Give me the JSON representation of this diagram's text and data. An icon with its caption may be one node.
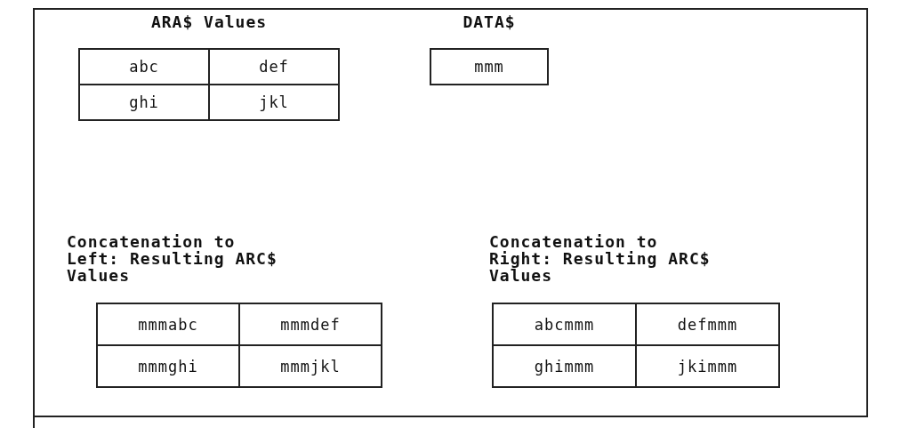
{
  "diagram": {
    "labels": [
      "ARA$ Values",
      "abc",
      "def",
      "ghi",
      "jkl",
      "DATA$",
      "mmm",
      "Concatenation to Left: Resulting ARC$ Values",
      "mmmabc",
      "mmmdef",
      "mmmghi",
      "mmmjkl",
      "Concatenation to Right: Resulting ARC$ Values",
      "abcmmm",
      "defmmm",
      "ghimmm",
      "jkimmm"
    ]
  }
}
